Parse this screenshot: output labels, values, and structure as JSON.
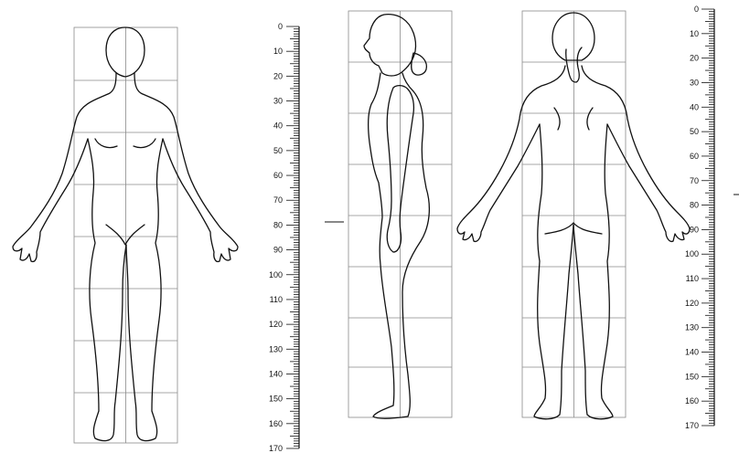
{
  "scale": {
    "unit": "cm",
    "min": 0,
    "max": 170,
    "major_step": 10,
    "minor_step": 1,
    "labels": [
      "0",
      "10",
      "20",
      "30",
      "40",
      "50",
      "60",
      "70",
      "80",
      "90",
      "100",
      "110",
      "120",
      "130",
      "140",
      "150",
      "160",
      "170"
    ]
  },
  "figures": [
    {
      "id": "front",
      "view": "front",
      "icon": "female-figure-front-outline"
    },
    {
      "id": "side",
      "view": "side",
      "icon": "female-figure-side-outline"
    },
    {
      "id": "back",
      "view": "back",
      "icon": "female-figure-back-outline"
    }
  ],
  "grid": {
    "rows": 8,
    "columns": 2
  },
  "colors": {
    "line": "#111111",
    "grid": "#8a8a8a",
    "background": "#ffffff"
  }
}
